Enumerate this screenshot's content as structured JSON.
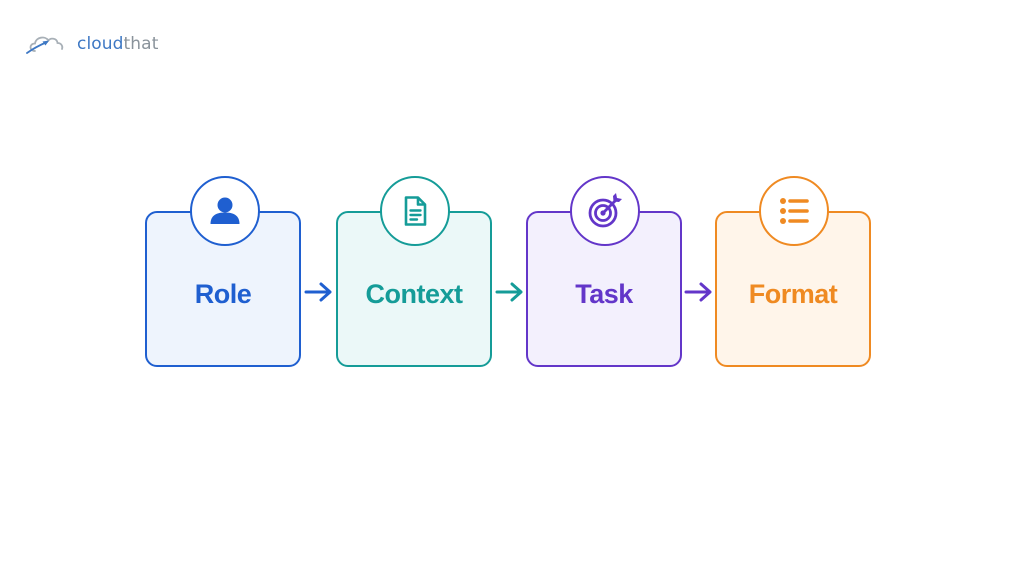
{
  "logo": {
    "text_part1": "cloud",
    "text_part2": "that",
    "icon": "cloud-plane-icon",
    "color_primary": "#3e78c4",
    "color_secondary": "#8a939b"
  },
  "steps": [
    {
      "label": "Role",
      "icon": "user-icon",
      "color": "#1f5fd0",
      "fill": "#eef4fd"
    },
    {
      "label": "Context",
      "icon": "document-icon",
      "color": "#159c98",
      "fill": "#ebf8f8"
    },
    {
      "label": "Task",
      "icon": "target-icon",
      "color": "#6336c9",
      "fill": "#f3f0fd"
    },
    {
      "label": "Format",
      "icon": "list-icon",
      "color": "#ef8a22",
      "fill": "#fff5ea"
    }
  ]
}
